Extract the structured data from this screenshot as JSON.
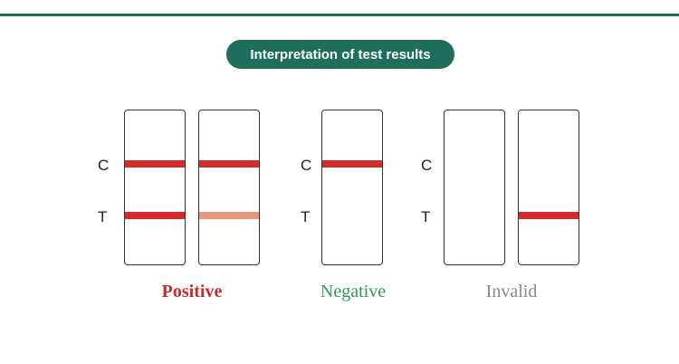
{
  "title": "Interpretation of test results",
  "marks": {
    "control": "C",
    "test": "T"
  },
  "colors": {
    "accent": "#1f6e5c",
    "strong_line": "#d42a2a",
    "faint_line": "#e8967a",
    "positive": "#c62b2b",
    "negative": "#2e9a4f",
    "invalid": "#888888"
  },
  "groups": [
    {
      "result": "Positive",
      "color": "#c62b2b",
      "strips": [
        {
          "c_line": "strong",
          "t_line": "strong"
        },
        {
          "c_line": "strong",
          "t_line": "faint"
        }
      ]
    },
    {
      "result": "Negative",
      "color": "#2e9a4f",
      "strips": [
        {
          "c_line": "strong",
          "t_line": "none"
        }
      ]
    },
    {
      "result": "Invalid",
      "color": "#888888",
      "strips": [
        {
          "c_line": "none",
          "t_line": "none"
        },
        {
          "c_line": "none",
          "t_line": "strong"
        }
      ]
    }
  ]
}
